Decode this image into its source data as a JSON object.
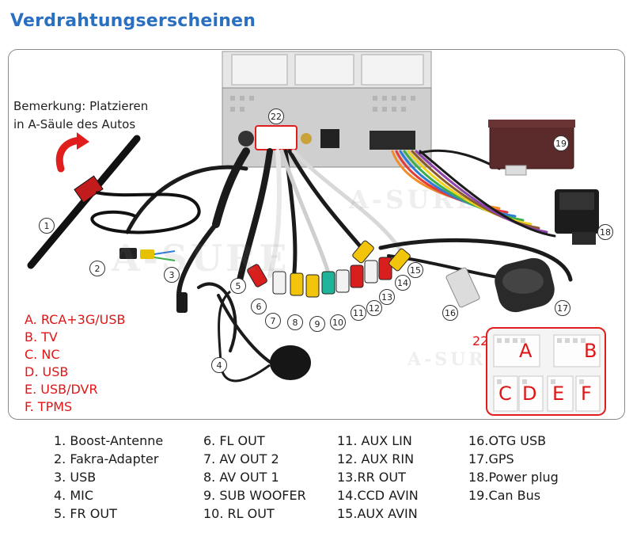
{
  "title": "Verdrahtungserscheinen",
  "remark": [
    "Bemerkung: Platzieren",
    "in A-Säule des Autos"
  ],
  "watermark": "A-SURE",
  "connector_legend": [
    "A. RCA+3G/USB",
    "B. TV",
    "C. NC",
    "D. USB",
    "E. USB/DVR",
    "F. TPMS"
  ],
  "inset": {
    "number": "22",
    "labels": [
      "A",
      "B",
      "C",
      "D",
      "E",
      "F"
    ]
  },
  "callouts": [
    "1",
    "2",
    "3",
    "4",
    "5",
    "6",
    "7",
    "8",
    "9",
    "10",
    "11",
    "12",
    "13",
    "14",
    "15",
    "16",
    "17",
    "18",
    "19",
    "22"
  ],
  "legend_columns": [
    [
      "1. Boost-Antenne",
      "2. Fakra-Adapter",
      "3. USB",
      "4. MIC",
      "5. FR OUT"
    ],
    [
      "6. FL OUT",
      "7. AV OUT 2",
      "8. AV OUT 1",
      "9. SUB WOOFER",
      "10. RL OUT"
    ],
    [
      "11. AUX LIN",
      "12. AUX RIN",
      "13.RR OUT",
      "14.CCD AVIN",
      "15.AUX AVIN"
    ],
    [
      "16.OTG USB",
      "17.GPS",
      "18.Power plug",
      "19.Can Bus"
    ]
  ],
  "colors": {
    "title": "#2a6fc0",
    "accent_red": "#e11515",
    "rca_red": "#d91e1e",
    "rca_white": "#f2f2f2",
    "rca_yellow": "#f2c40c",
    "rca_green": "#1fb39a",
    "cable_black": "#1b1b1b"
  }
}
